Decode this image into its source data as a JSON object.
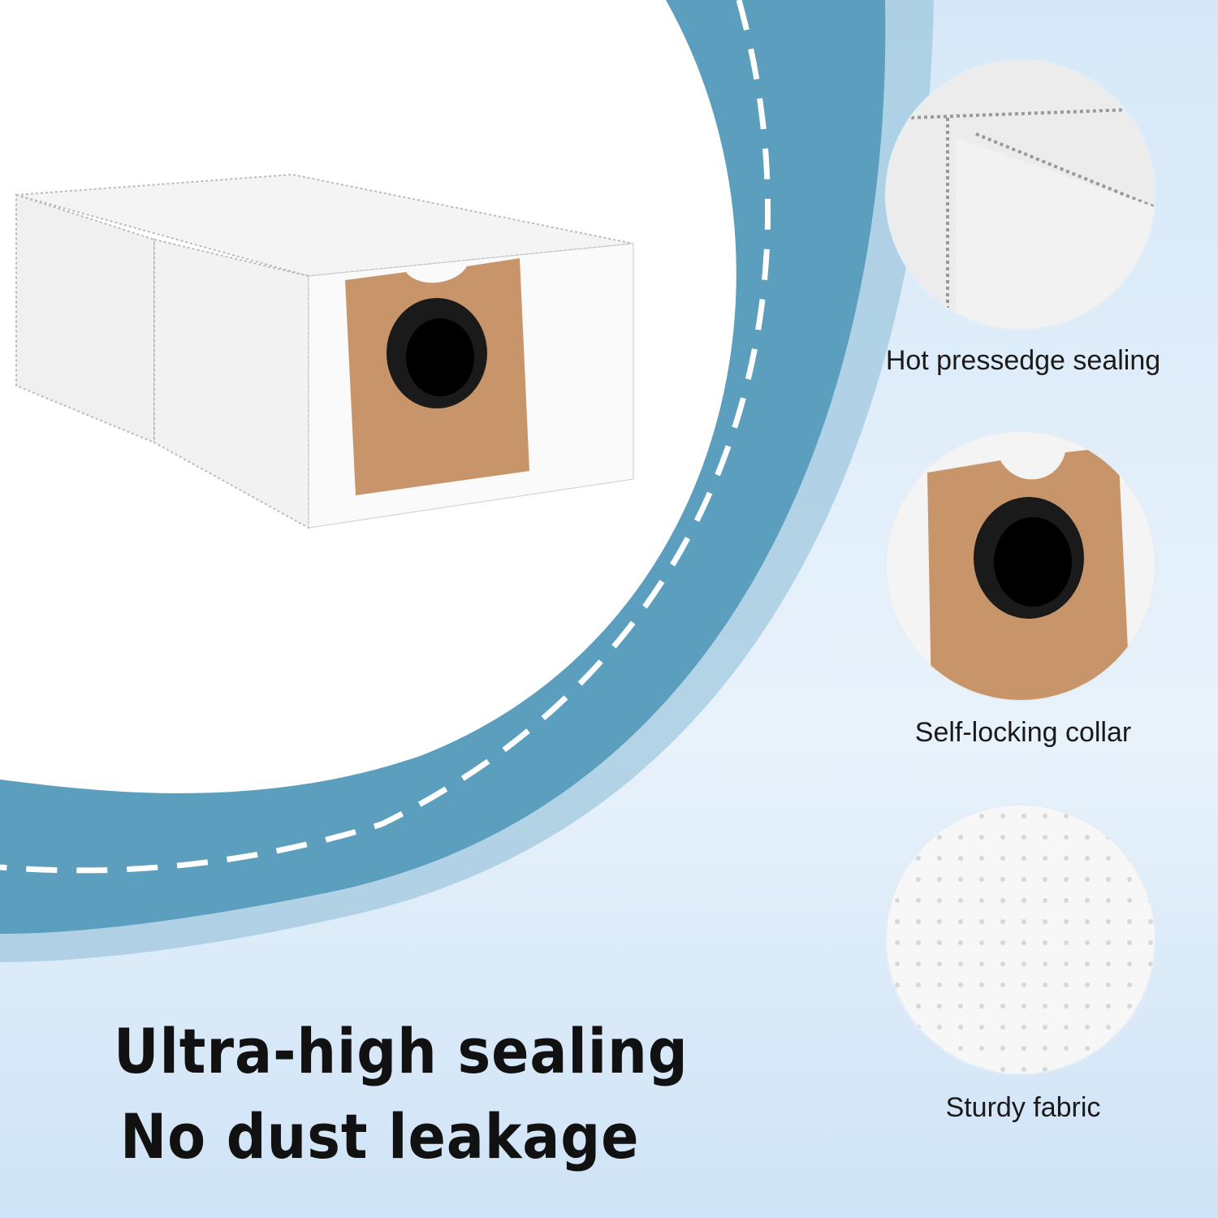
{
  "colors": {
    "teal_band": "#5b9ebd",
    "background": "#dcecf9",
    "kraft": "#c8956a"
  },
  "features": [
    {
      "label": "Hot pressedge sealing",
      "icon": "seam-closeup-icon"
    },
    {
      "label": "Self-locking collar",
      "icon": "collar-closeup-icon"
    },
    {
      "label": "Sturdy fabric",
      "icon": "fabric-closeup-icon"
    }
  ],
  "headline": {
    "line1": "Ultra-high sealing",
    "line2": "No dust leakage"
  }
}
